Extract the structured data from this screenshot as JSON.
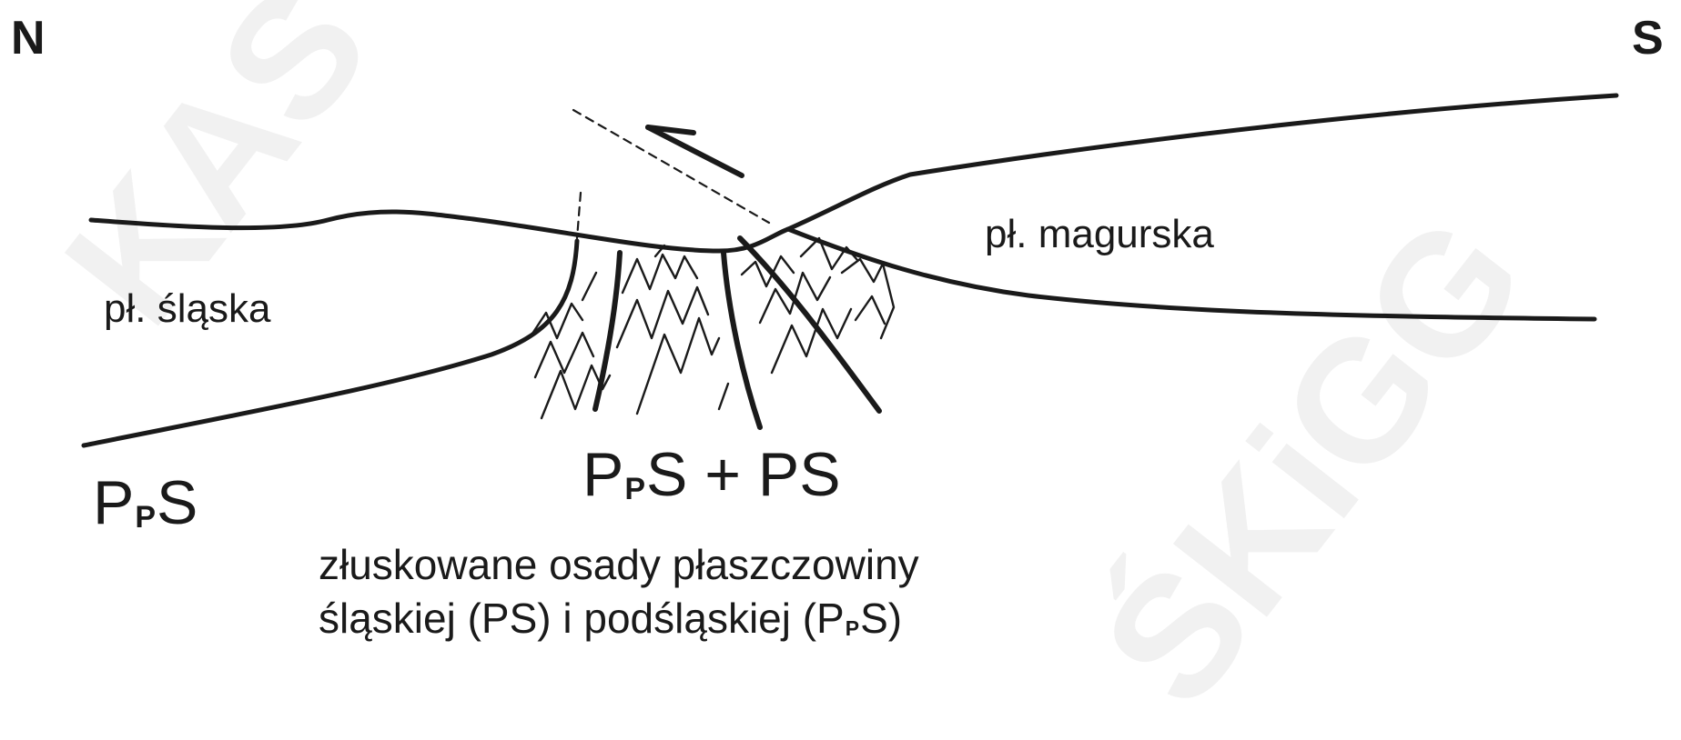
{
  "watermark": {
    "left_text": "KAS",
    "right_text": "ŚKiGG"
  },
  "directions": {
    "north": "N",
    "south": "S"
  },
  "units": {
    "silesian": "pł. śląska",
    "magura": "pł. magurska"
  },
  "formations": {
    "left": {
      "main": "P",
      "sub": "P",
      "tail": "S"
    },
    "center": {
      "main": "P",
      "sub": "P",
      "tail": "S + PS"
    }
  },
  "caption": {
    "line1": "złuskowane osady płaszczowiny",
    "line2_a": "śląskiej (PS) i podśląskiej (P",
    "line2_sub": "P",
    "line2_b": "S)"
  },
  "colors": {
    "ink": "#1a1a1a",
    "watermark": "#f1f1f1",
    "background": "#ffffff"
  }
}
